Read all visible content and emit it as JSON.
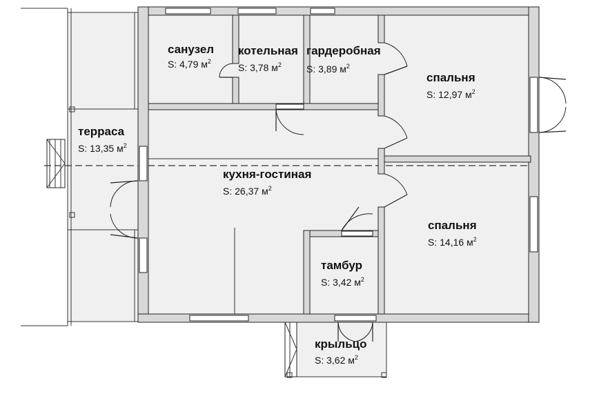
{
  "rooms": [
    {
      "id": "sanuzel",
      "name": "санузел",
      "area_prefix": "S: ",
      "area_value": "4,79",
      "area_unit": "м",
      "area_exp": "2"
    },
    {
      "id": "kotelnaya",
      "name": "котельная",
      "area_prefix": "S: ",
      "area_value": "3,78",
      "area_unit": "м",
      "area_exp": "2"
    },
    {
      "id": "garderobnaya",
      "name": "гардеробная",
      "area_prefix": "S: ",
      "area_value": "3,89",
      "area_unit": "м",
      "area_exp": "2"
    },
    {
      "id": "spalnya1",
      "name": "спальня",
      "area_prefix": "S: ",
      "area_value": "12,97",
      "area_unit": "м",
      "area_exp": "2"
    },
    {
      "id": "terrasa",
      "name": "терраса",
      "area_prefix": "S: ",
      "area_value": "13,35",
      "area_unit": "м",
      "area_exp": "2"
    },
    {
      "id": "kuhnya",
      "name": "кухня-гостиная",
      "area_prefix": "S: ",
      "area_value": "26,37",
      "area_unit": "м",
      "area_exp": "2"
    },
    {
      "id": "spalnya2",
      "name": "спальня",
      "area_prefix": "S: ",
      "area_value": "14,16",
      "area_unit": "м",
      "area_exp": "2"
    },
    {
      "id": "tambur",
      "name": "тамбур",
      "area_prefix": "S: ",
      "area_value": "3,42",
      "area_unit": "м",
      "area_exp": "2"
    },
    {
      "id": "krylco",
      "name": "крыльцо",
      "area_prefix": "S: ",
      "area_value": "3,62",
      "area_unit": "м",
      "area_exp": "2"
    }
  ]
}
